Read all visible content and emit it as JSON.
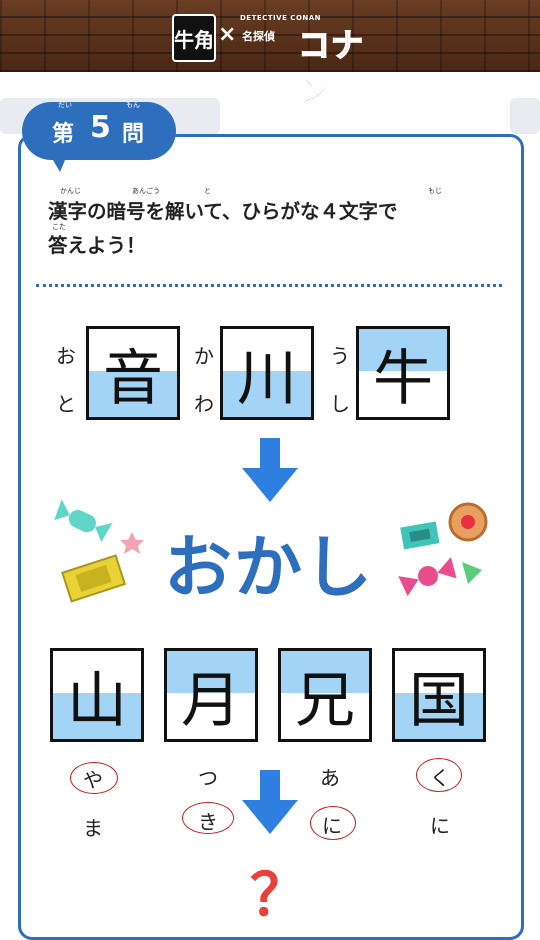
{
  "header": {
    "logo_left": "牛角",
    "cross": "×",
    "logo_small": "DETECTIVE CONAN",
    "logo_sub": "名探偵",
    "logo_main": "コナン"
  },
  "badge": {
    "dai": "だい",
    "mon_ruby": "もん",
    "q_prefix": "第",
    "q_number": "5",
    "q_suffix": "問"
  },
  "instruction": {
    "line1": "漢字の暗号を解いて、ひらがな４文字で",
    "line2": "答えよう！",
    "ruby": [
      "かんじ",
      "あんごう",
      "と",
      "もじ",
      "こた"
    ]
  },
  "example": {
    "kanji": [
      {
        "char": "音",
        "kana_top": "お",
        "kana_bottom": "と"
      },
      {
        "char": "川",
        "kana_top": "か",
        "kana_bottom": "わ"
      },
      {
        "char": "牛",
        "kana_top": "う",
        "kana_bottom": "し"
      }
    ],
    "answer": "おかし"
  },
  "puzzle": {
    "kanji": [
      {
        "char": "山",
        "kana_top": "や",
        "kana_bottom": "ま"
      },
      {
        "char": "月",
        "kana_top": "つ",
        "kana_bottom": "き"
      },
      {
        "char": "兄",
        "kana_top": "あ",
        "kana_bottom": "に"
      },
      {
        "char": "国",
        "kana_top": "く",
        "kana_bottom": "に"
      }
    ],
    "answer": "？"
  },
  "colors": {
    "brand_blue": "#2e6fbd",
    "arrow_blue": "#2e7fe0",
    "highlight": "#a3d4f5",
    "circle_red": "#c82020",
    "question_red": "#e8413a"
  }
}
